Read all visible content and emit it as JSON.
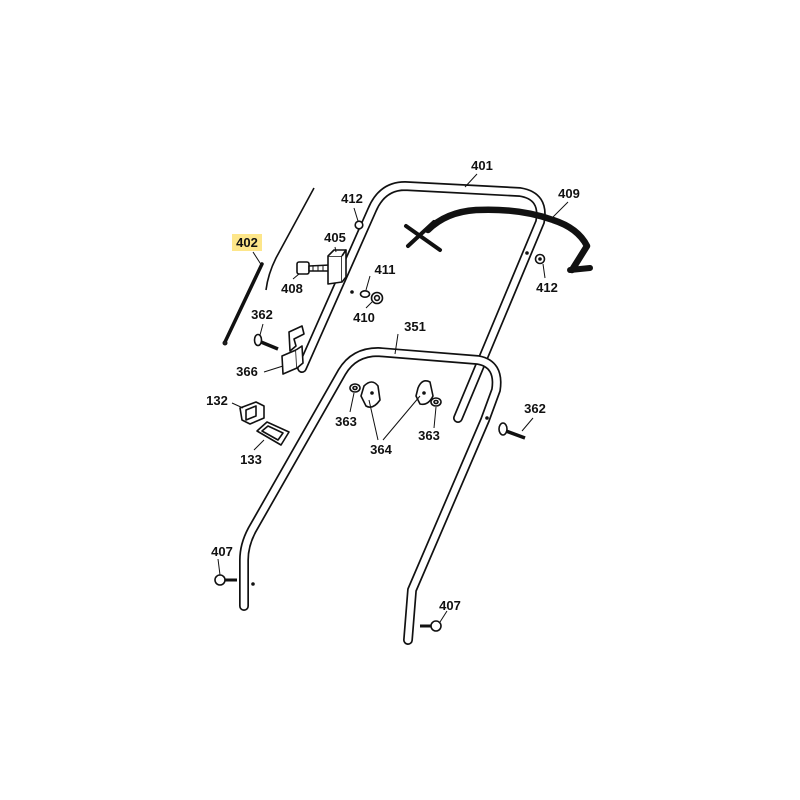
{
  "highlight_color": "#fde68a",
  "labels": {
    "p401": "401",
    "p409": "409",
    "p412a": "412",
    "p412b": "412",
    "p402": "402",
    "p405": "405",
    "p408": "408",
    "p411": "411",
    "p410": "410",
    "p362a": "362",
    "p362b": "362",
    "p366": "366",
    "p351": "351",
    "p132": "132",
    "p133": "133",
    "p363a": "363",
    "p363b": "363",
    "p364": "364",
    "p407a": "407",
    "p407b": "407"
  }
}
